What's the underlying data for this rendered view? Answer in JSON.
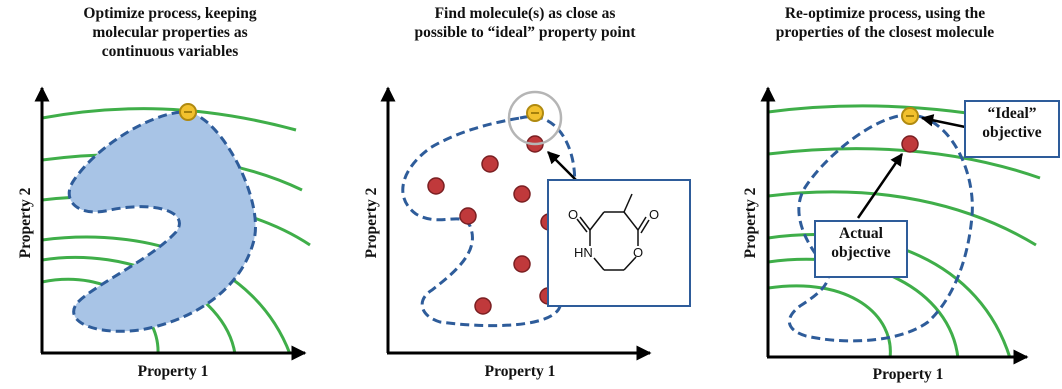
{
  "panels": [
    {
      "title_lines": [
        "Optimize process, keeping",
        "molecular properties as",
        "continuous variables"
      ],
      "xlabel": "Property 1",
      "ylabel": "Property 2"
    },
    {
      "title_lines": [
        "Find molecule(s) as close as",
        "possible to “ideal” property point"
      ],
      "xlabel": "Property 1",
      "ylabel": "Property 2",
      "molecule_atoms": {
        "o_left": "O",
        "o_right": "O",
        "o_ring": "O",
        "nh": "HN"
      }
    },
    {
      "title_lines": [
        "Re-optimize process, using the",
        "properties of the closest molecule"
      ],
      "xlabel": "Property 1",
      "ylabel": "Property 2",
      "callout_ideal_lines": [
        "“Ideal”",
        "objective"
      ],
      "callout_actual_lines": [
        "Actual",
        "objective"
      ]
    }
  ],
  "colors": {
    "contour": "#3fae49",
    "region_fill": "#a8c4e6",
    "region_border": "#2e5c9a",
    "molecule_fill": "#c0393b",
    "molecule_stroke": "#7a1f22",
    "ideal_fill": "#f2c12e",
    "ideal_stroke": "#b08a10",
    "highlight_ring": "#b5b5b5",
    "axis": "#000000"
  }
}
